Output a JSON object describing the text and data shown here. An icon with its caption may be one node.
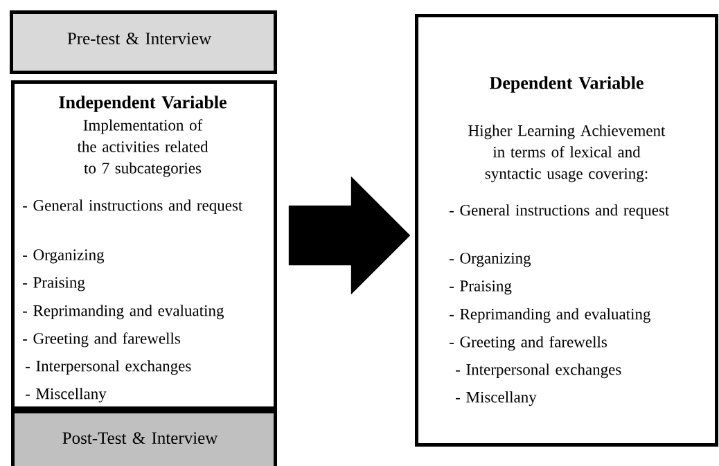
{
  "diagram": {
    "nodes": [
      {
        "text": [
          "Pre-test & Interview"
        ]
      },
      {
        "text": [
          "Independent Variable",
          "Implementation of the activities related to 7 subcategories",
          "- General instructions and request",
          "- Organizing",
          "- Praising",
          "- Reprimanding and evaluating",
          "- Greeting and farewells",
          "- Interpersonal exchanges",
          "- Miscellany"
        ]
      },
      {
        "text": [
          "Post-Test & Interview"
        ]
      },
      {
        "text": [
          "Dependent Variable",
          "Higher Learning Achievement in terms of lexical and syntactic usage covering:",
          "- General instructions and request",
          "- Organizing",
          "- Praising",
          "- Reprimanding and evaluating",
          "- Greeting and farewells",
          "- Interpersonal exchanges",
          "- Miscellany"
        ]
      }
    ],
    "edges": [
      {
        "from": 1,
        "to": 3,
        "arrow": "to",
        "style": "thick"
      }
    ]
  }
}
